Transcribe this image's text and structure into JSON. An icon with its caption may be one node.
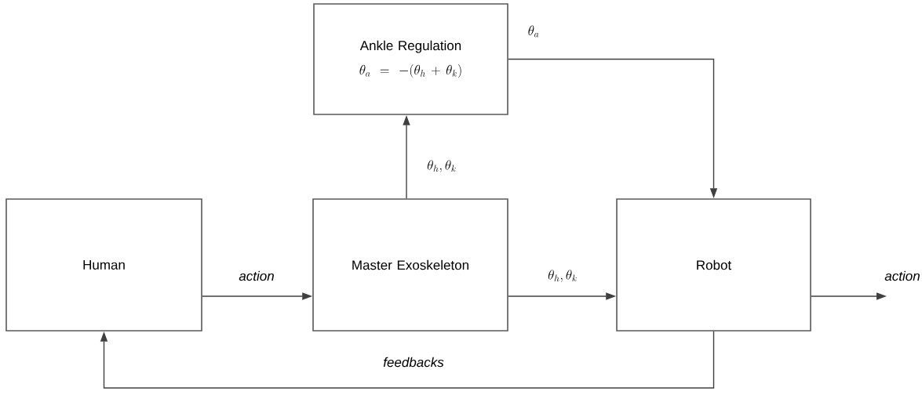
{
  "diagram": {
    "nodes": [
      {
        "text": [
          "Ankle Regulation",
          "\\theta_a = -(\\theta_h + \\theta_k)"
        ]
      },
      {
        "text": [
          "Human"
        ]
      },
      {
        "text": [
          "Master Exoskeleton"
        ]
      },
      {
        "text": [
          "Robot"
        ]
      }
    ],
    "edges": [
      {
        "from": 1,
        "to": 2,
        "arrow": "to",
        "label": "action"
      },
      {
        "from": 2,
        "to": 3,
        "arrow": "to",
        "label": "\\theta_h, \\theta_k"
      },
      {
        "from": 2,
        "to": 0,
        "arrow": "to",
        "label": "\\theta_h, \\theta_k"
      },
      {
        "from": 0,
        "to": 3,
        "arrow": "to",
        "label": "\\theta_a"
      },
      {
        "from": 3,
        "to": null,
        "arrow": "to",
        "label": "action"
      },
      {
        "from": 3,
        "to": 1,
        "arrow": "to",
        "label": "feedbacks"
      }
    ]
  }
}
